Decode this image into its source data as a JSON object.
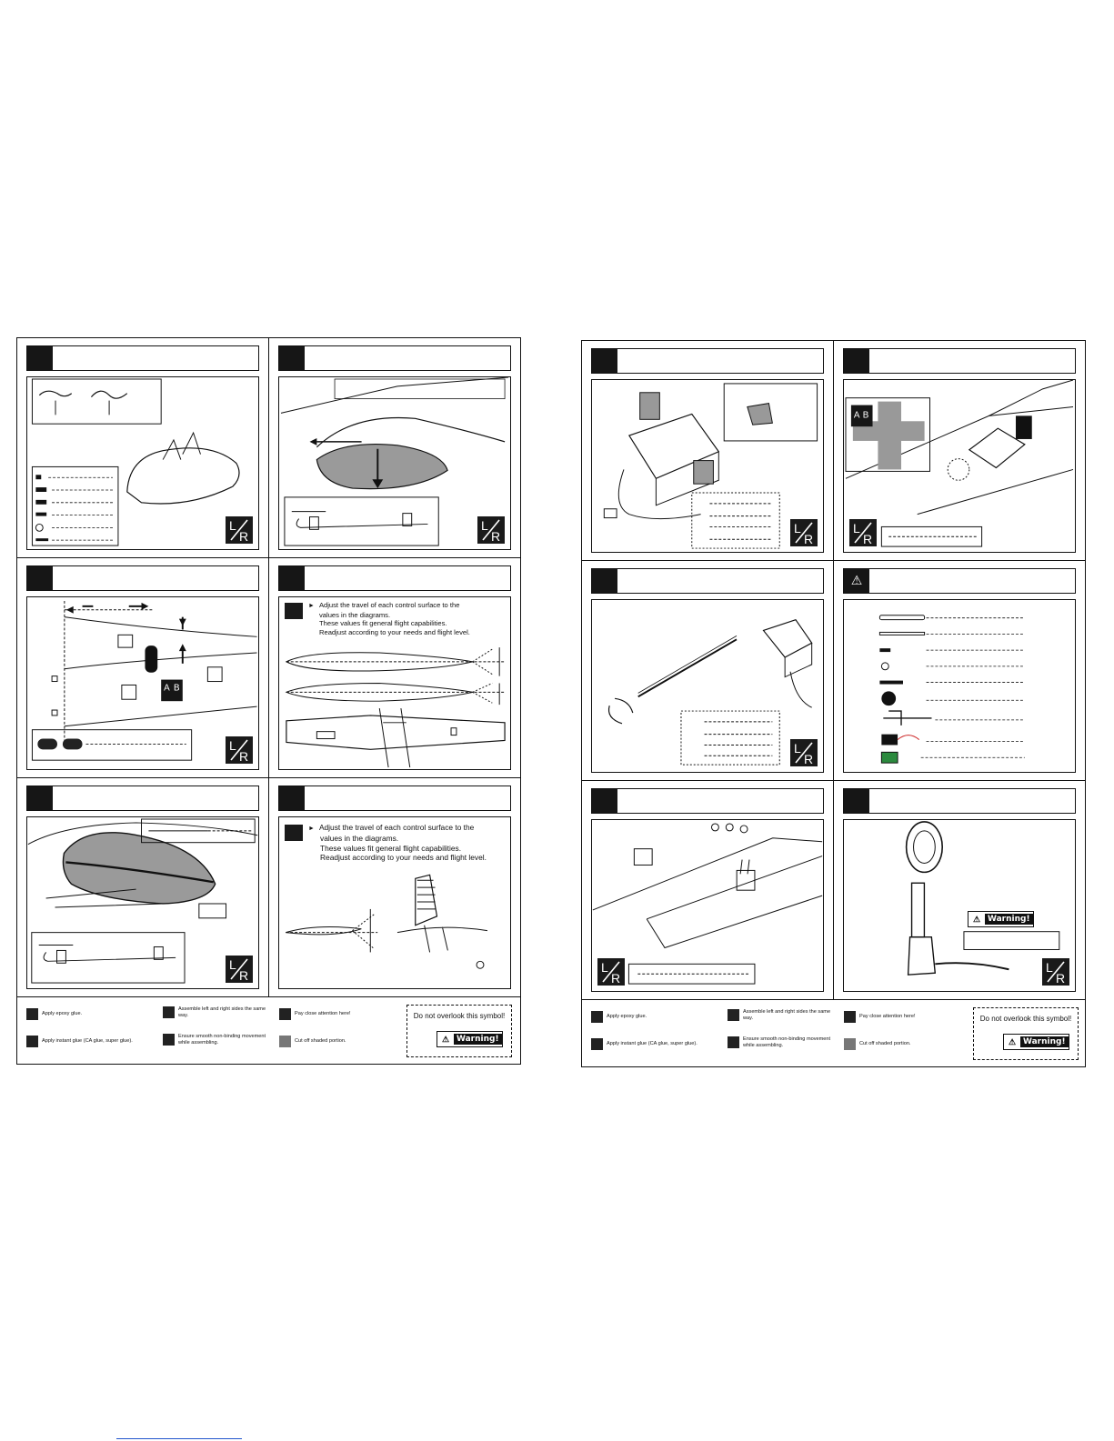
{
  "notes": {
    "control_travel": {
      "line1": "Adjust the travel of each control surface to the",
      "line2": "values in the diagrams.",
      "line3": "These values fit general flight capabilities.",
      "line4": "Readjust according to your needs and flight level."
    }
  },
  "legend": {
    "epoxy": "Apply epoxy glue.",
    "instant": "Apply instant glue (CA glue, super glue).",
    "assemble_lr": "Assemble left and right sides the same way.",
    "smooth": "Ensure smooth non-binding movement while assembling.",
    "attention": "Pay close attention here!",
    "cut": "Cut off shaded portion.",
    "do_not_overlook": "Do not overlook this symbol!",
    "warning": "Warning!"
  },
  "icons": {
    "lr_badge": "left-right-assembly-icon",
    "ab_badge": "epoxy-glue-icon",
    "hand": "pointing-hand-icon",
    "warning": "warning-triangle-icon"
  },
  "colors": {
    "ink": "#111111",
    "shade": "#9a9a9a",
    "paper": "#ffffff"
  }
}
